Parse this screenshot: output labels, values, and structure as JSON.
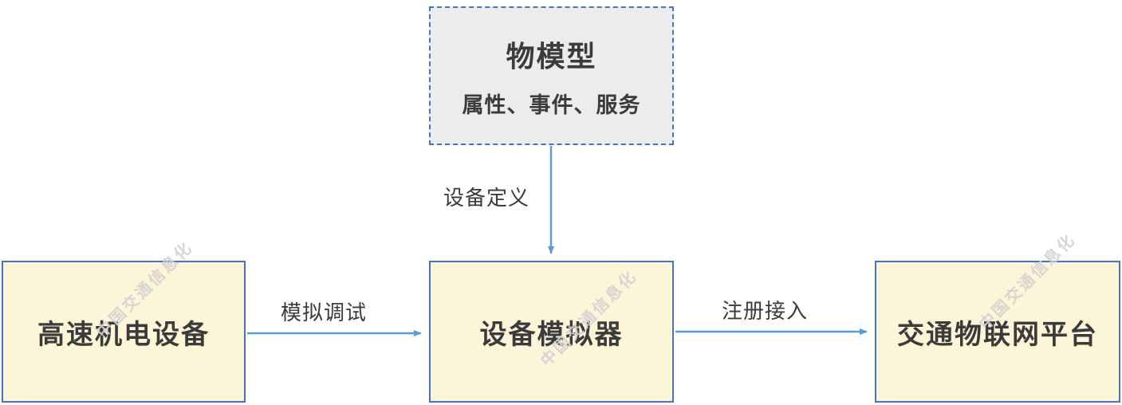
{
  "diagram": {
    "model_box": {
      "title": "物模型",
      "subtitle": "属性、事件、服务"
    },
    "nodes": [
      {
        "id": "device",
        "label": "高速机电设备"
      },
      {
        "id": "simulator",
        "label": "设备模拟器"
      },
      {
        "id": "platform",
        "label": "交通物联网平台"
      }
    ],
    "edges": [
      {
        "id": "define",
        "label": "设备定义",
        "from": "model-box",
        "to": "simulator",
        "direction": "down"
      },
      {
        "id": "debug",
        "label": "模拟调试",
        "from": "device",
        "to": "simulator",
        "direction": "right"
      },
      {
        "id": "register",
        "label": "注册接入",
        "from": "simulator",
        "to": "platform",
        "direction": "right"
      }
    ],
    "watermark": "中国交通信息化",
    "colors": {
      "node_fill": "#fdf5d8",
      "node_border": "#4472c4",
      "model_fill": "#ececec",
      "model_border": "#4472c4",
      "arrow": "#5b9bd5",
      "text": "#3b3b3b",
      "watermark": "#d2d2d2"
    }
  }
}
